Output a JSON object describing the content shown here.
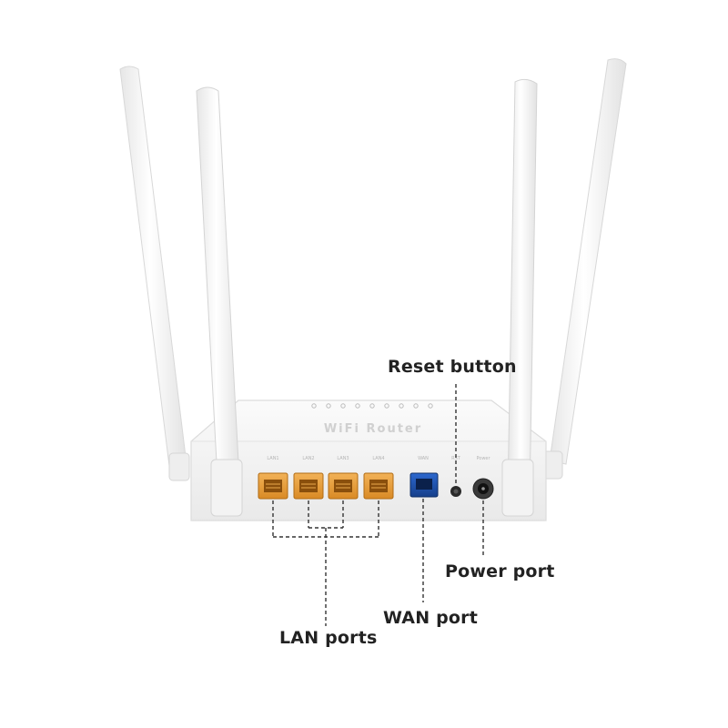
{
  "device": {
    "brand_text": "WiFi Router",
    "body_color": "#f4f4f4",
    "antenna_color": "#f7f7f7",
    "lan_port_color": "#e8a13c",
    "wan_port_color": "#1f56b5",
    "port_labels": [
      "LAN1",
      "LAN2",
      "LAN3",
      "LAN4",
      "WAN",
      "RST",
      "Power"
    ]
  },
  "callouts": {
    "reset": "Reset button",
    "power": "Power port",
    "wan": "WAN port",
    "lan": "LAN ports",
    "line_color": "#333333"
  }
}
